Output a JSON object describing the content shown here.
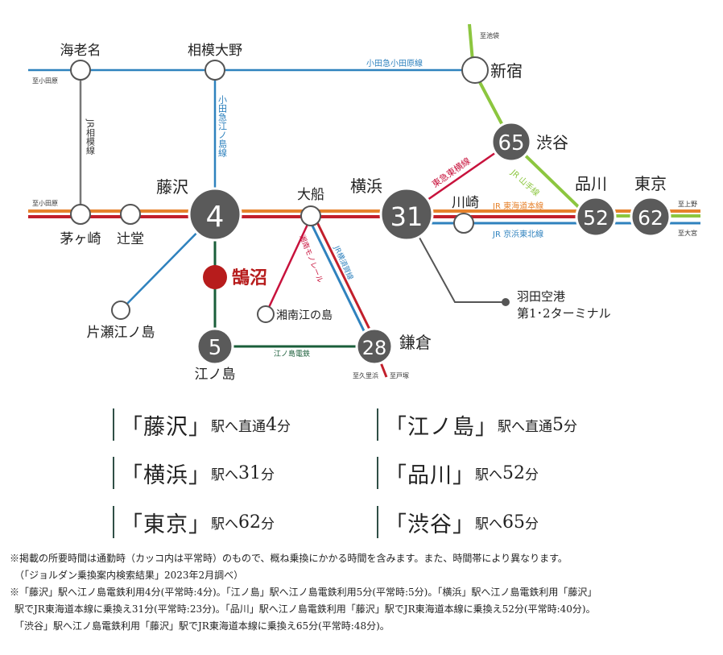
{
  "colors": {
    "odakyu": "#2f82be",
    "jr_tokaido_orange": "#e6822c",
    "jr_tokaido_red": "#c21f2b",
    "jr_keihin_blue": "#2f82be",
    "yamanote": "#8cc63f",
    "tokyu": "#c8123c",
    "enoden": "#1a5e3a",
    "yokosuka": "#2f82be",
    "sagami": "#777777",
    "station_dark": "#5a5a5a",
    "kugenuma": "#b71c1c"
  },
  "stations": {
    "ebina": "海老名",
    "sagami_ono": "相模大野",
    "shinjuku": "新宿",
    "shibuya": "渋谷",
    "shinagawa": "品川",
    "tokyo": "東京",
    "fujisawa": "藤沢",
    "ofuna": "大船",
    "yokohama": "横浜",
    "kawasaki": "川崎",
    "chigasaki": "茅ヶ崎",
    "tsujido": "辻堂",
    "katase_enoshima": "片瀬江ノ島",
    "kugenuma": "鵠沼",
    "shonan_enoshima": "湘南江の島",
    "enoshima": "江ノ島",
    "kamakura": "鎌倉",
    "haneda_1": "羽田空港",
    "haneda_2": "第1･2ターミナル"
  },
  "minutes": {
    "fujisawa": "4",
    "yokohama": "31",
    "shinagawa": "52",
    "tokyo": "62",
    "shibuya": "65",
    "enoshima": "5",
    "kamakura": "28"
  },
  "directions": {
    "odawara_top": "至小田原",
    "odawara_mid": "至小田原",
    "ikebukuro": "至池袋",
    "ueno": "至上野",
    "omiya": "至大宮",
    "kurihama": "至久里浜",
    "tozuka": "至戸塚"
  },
  "lines": {
    "odakyu_odawara": "小田急小田原線",
    "odakyu_enoshima": "小田急江ノ島線",
    "jr_sagami": "JR相模線",
    "tokyu_toyoko": "東急東横線",
    "jr_yamanote": "JR 山手線",
    "jr_tokaido": "JR 東海道本線",
    "jr_keihin_tohoku": "JR 京浜東北線",
    "shonan_monorail": "湘南モノレール",
    "jr_yokosuka": "JR横須賀線",
    "enoden": "江ノ島電鉄"
  },
  "summary": [
    {
      "station": "「藤沢」",
      "mid": "駅へ直通",
      "num": "4",
      "unit": "分"
    },
    {
      "station": "「江ノ島」",
      "mid": "駅へ直通",
      "num": "5",
      "unit": "分"
    },
    {
      "station": "「横浜」",
      "mid": "駅へ",
      "num": "31",
      "unit": "分"
    },
    {
      "station": "「品川」",
      "mid": "駅へ",
      "num": "52",
      "unit": "分"
    },
    {
      "station": "「東京」",
      "mid": "駅へ",
      "num": "62",
      "unit": "分"
    },
    {
      "station": "「渋谷」",
      "mid": "駅へ",
      "num": "65",
      "unit": "分"
    }
  ],
  "notes": [
    "※掲載の所要時間は通勤時（カッコ内は平常時）のもので、概ね乗換にかかる時間を含みます。また、時間帯により異なります。",
    "（「ジョルダン乗換案内検索結果」2023年2月調べ）",
    "※「藤沢」駅へ江ノ島電鉄利用4分(平常時:4分)。「江ノ島」駅へ江ノ島電鉄利用5分(平常時:5分)。「横浜」駅へ江ノ島電鉄利用「藤沢」",
    "駅でJR東海道本線に乗換え31分(平常時:23分)。「品川」駅へ江ノ島電鉄利用「藤沢」駅でJR東海道本線に乗換え52分(平常時:40分)。",
    "「渋谷」駅へ江ノ島電鉄利用「藤沢」駅でJR東海道本線に乗換え65分(平常時:48分)。"
  ]
}
